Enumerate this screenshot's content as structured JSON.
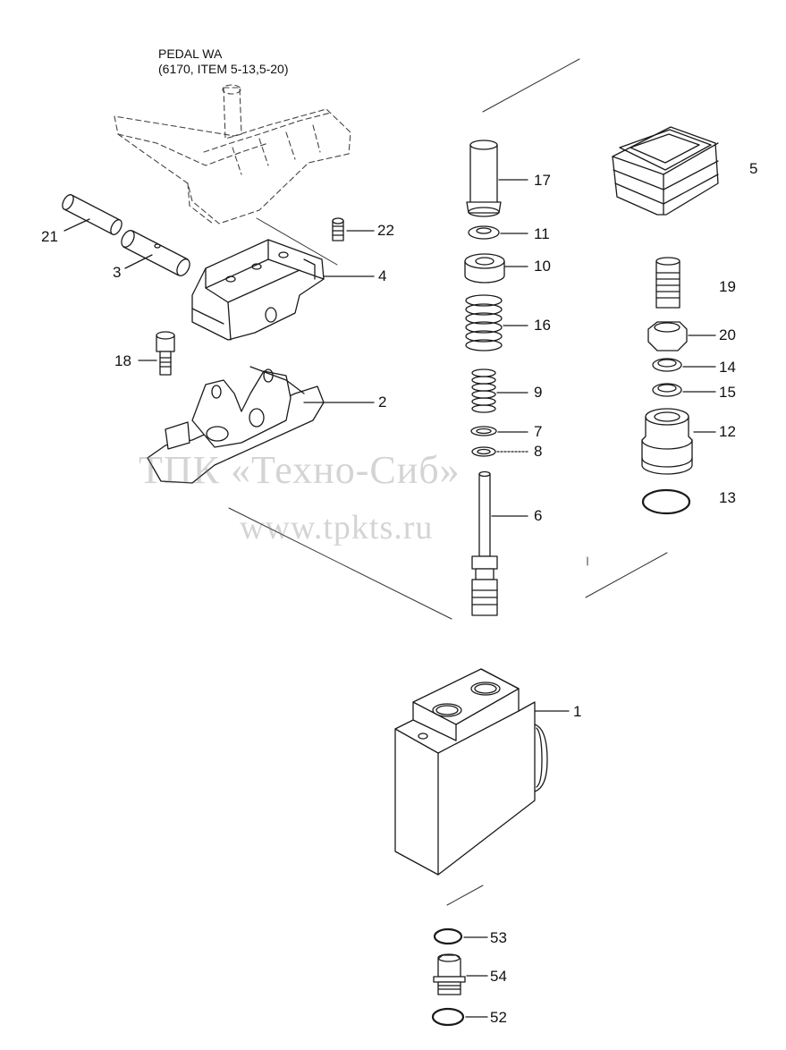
{
  "header": {
    "line1": "PEDAL WA",
    "line2": "(6170, ITEM 5-13,5-20)"
  },
  "callouts": {
    "c1": "1",
    "c2": "2",
    "c3": "3",
    "c4": "4",
    "c5": "5",
    "c6": "6",
    "c7": "7",
    "c8": "8",
    "c9": "9",
    "c10": "10",
    "c11": "11",
    "c12": "12",
    "c13": "13",
    "c14": "14",
    "c15": "15",
    "c16": "16",
    "c17": "17",
    "c18": "18",
    "c19": "19",
    "c20": "20",
    "c21": "21",
    "c22": "22",
    "c52": "52",
    "c53": "53",
    "c54": "54"
  },
  "watermark": {
    "company": "ТПК «Техно-Сиб»",
    "site": "www.tpkts.ru"
  }
}
